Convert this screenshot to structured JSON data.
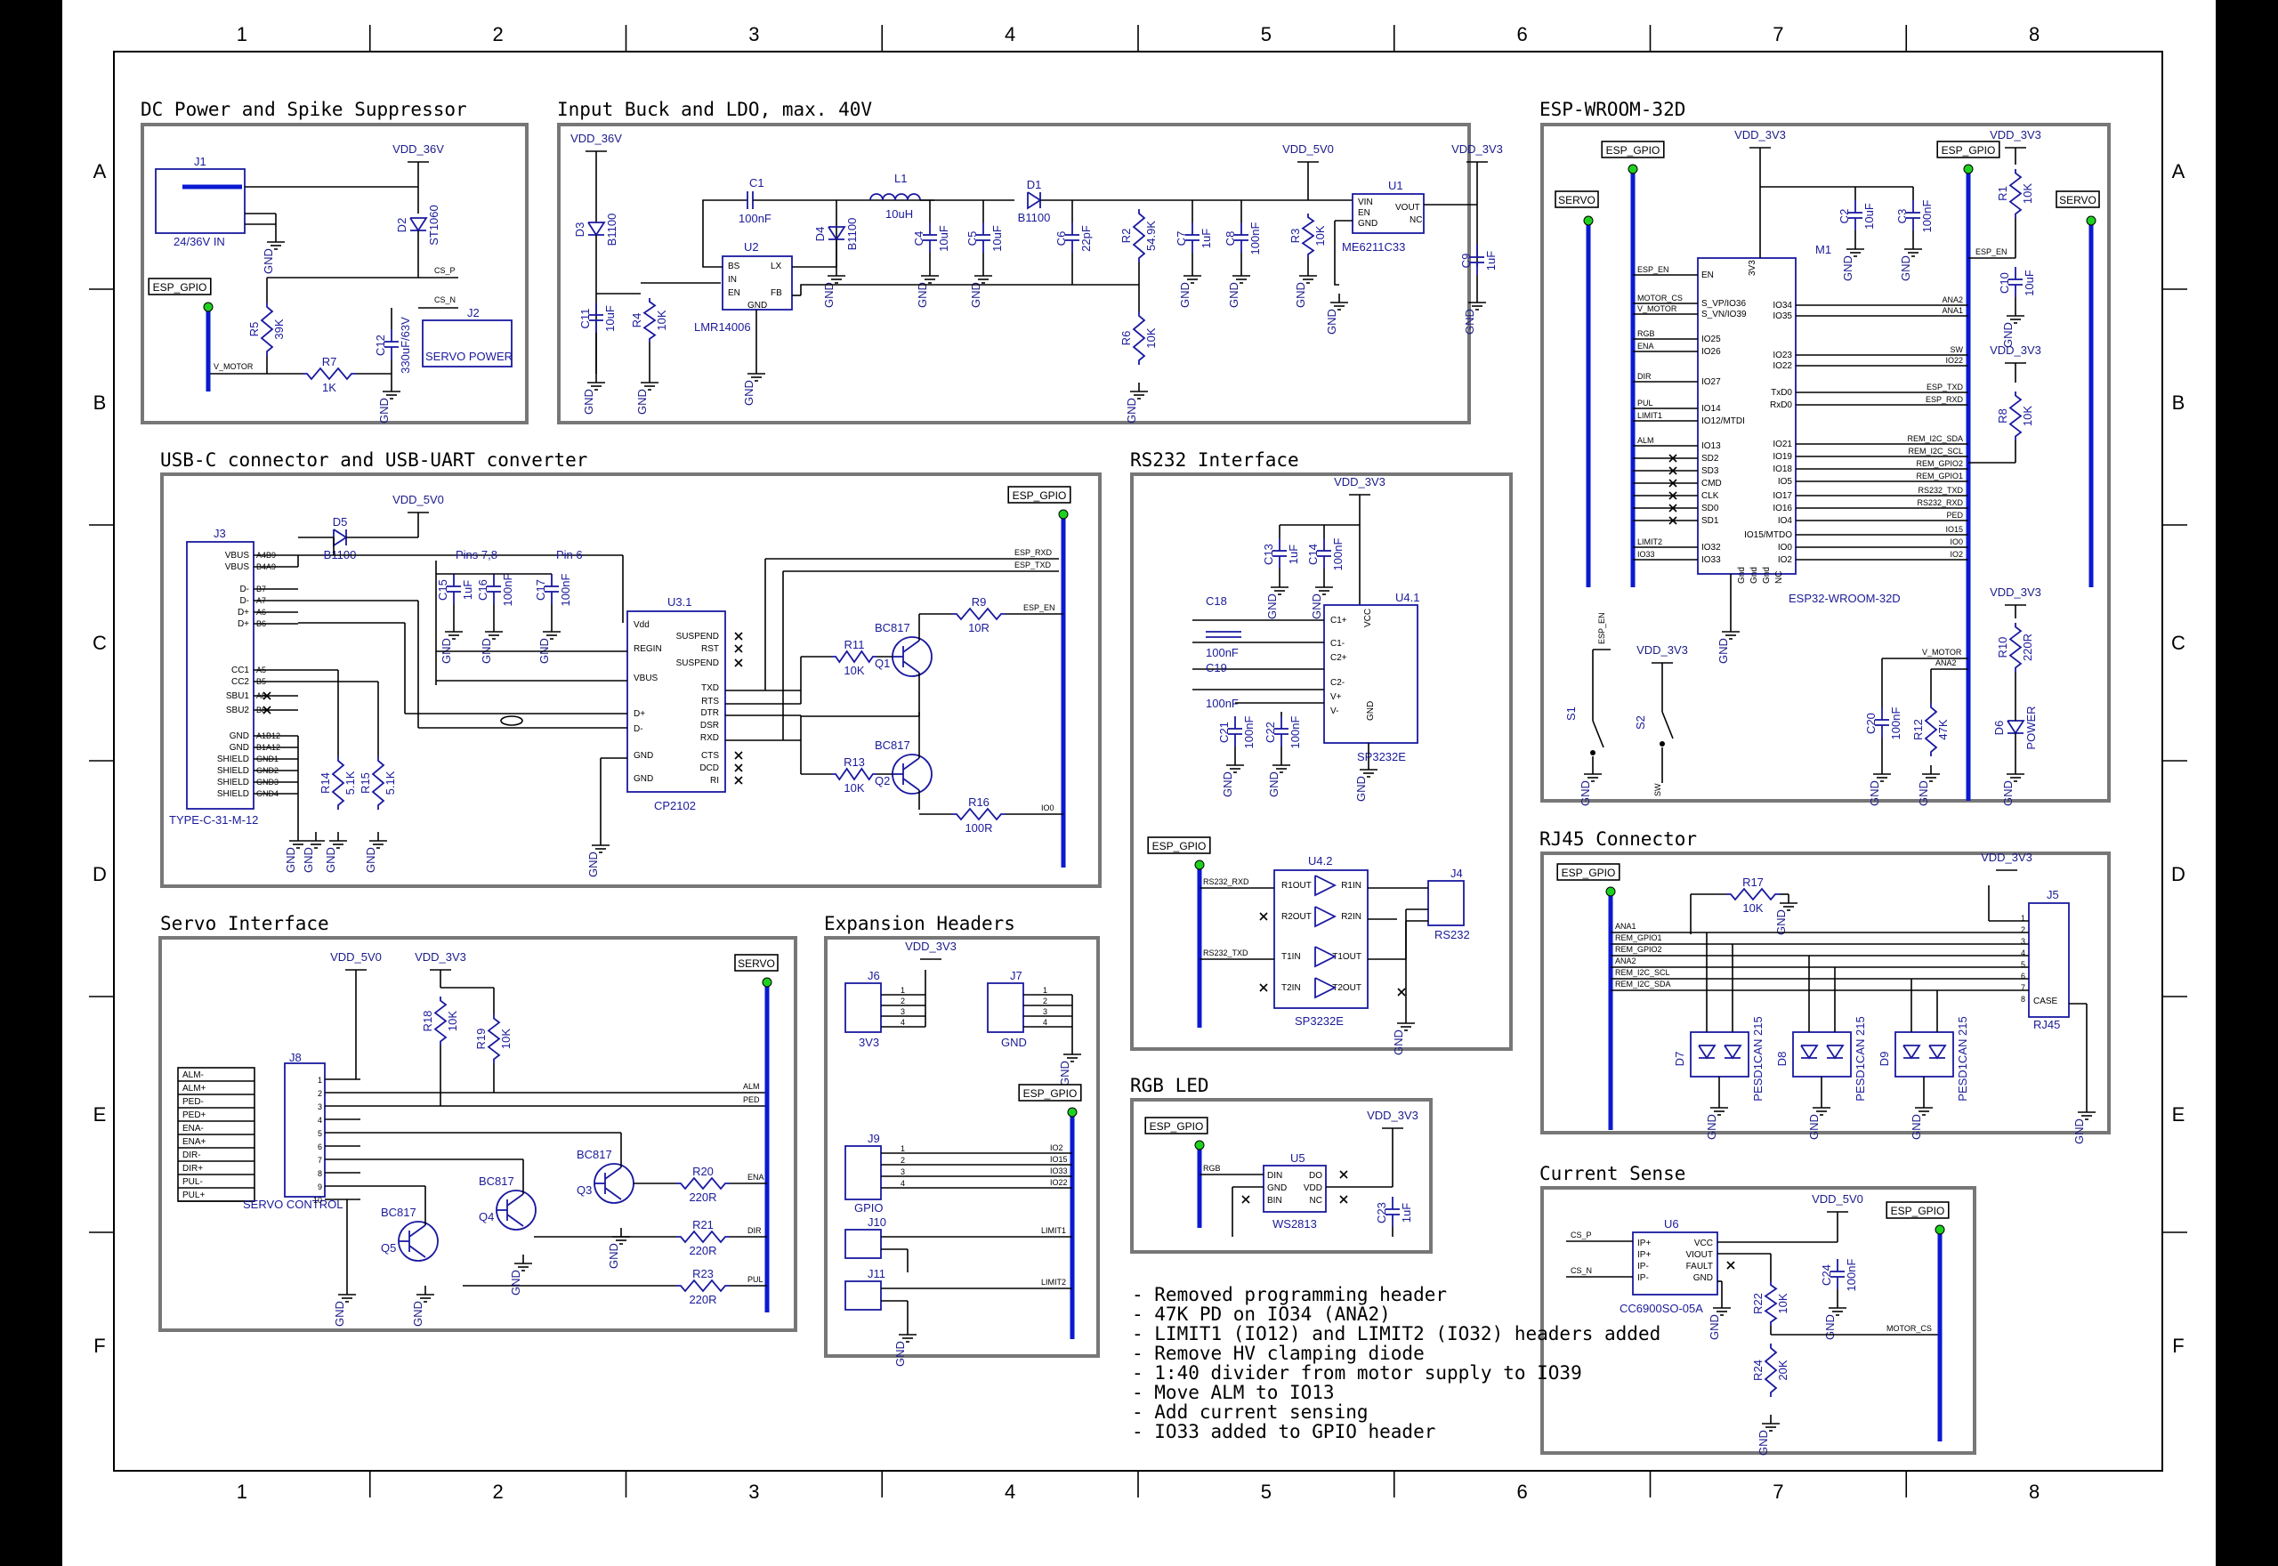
{
  "grid": {
    "columns": [
      "1",
      "2",
      "3",
      "4",
      "5",
      "6",
      "7",
      "8"
    ],
    "rows": [
      "A",
      "B",
      "C",
      "D",
      "E",
      "F"
    ]
  },
  "blocks": {
    "dc_power": "DC Power and Spike Suppressor",
    "buck": "Input Buck and LDO, max. 40V",
    "esp": "ESP-WROOM-32D",
    "usb": "USB-C connector and USB-UART converter",
    "rs232": "RS232 Interface",
    "servo": "Servo Interface",
    "expansion": "Expansion Headers",
    "rgb": "RGB LED",
    "rj45": "RJ45 Connector",
    "current": "Current Sense"
  },
  "rails": {
    "vdd36": "VDD_36V",
    "vdd5": "VDD_5V0",
    "vdd33": "VDD_3V3",
    "gnd": "GND",
    "esp_gpio": "ESP_GPIO",
    "servo": "SERVO"
  },
  "dc": {
    "j1": "J1",
    "j1_label": "24/36V IN",
    "d2": "D2",
    "d2_val": "ST1060",
    "r5": "R5",
    "r5_val": "39K",
    "r7": "R7",
    "r7_val": "1K",
    "c12": "C12",
    "c12_val": "330uF/63V",
    "j2": "J2",
    "j2_label": "SERVO POWER",
    "cs_p": "CS_P",
    "cs_n": "CS_N",
    "v_motor": "V_MOTOR"
  },
  "buck": {
    "d3": "D3",
    "d3_val": "B1100",
    "c11": "C11",
    "c11_val": "10uF",
    "r4": "R4",
    "r4_val": "10K",
    "c1": "C1",
    "c1_val": "100nF",
    "u2": "U2",
    "u2_val": "LMR14006",
    "u2_pins": [
      "BS",
      "IN",
      "EN",
      "LX",
      "FB",
      "GND"
    ],
    "d4": "D4",
    "d4_val": "B1100",
    "l1": "L1",
    "l1_val": "10uH",
    "d1": "D1",
    "d1_val": "B1100",
    "c4": "C4",
    "c4_val": "10uF",
    "c5": "C5",
    "c5_val": "10uF",
    "c6": "C6",
    "c6_val": "22pF",
    "r2": "R2",
    "r2_val": "54.9K",
    "r6": "R6",
    "r6_val": "10K",
    "c7": "C7",
    "c7_val": "1uF",
    "c8": "C8",
    "c8_val": "100nF",
    "r3": "R3",
    "r3_val": "10K",
    "u1": "U1",
    "u1_val": "ME6211C33",
    "u1_pins": [
      "VIN",
      "EN",
      "GND",
      "VOUT",
      "NC"
    ],
    "c9": "C9",
    "c9_val": "1uF"
  },
  "esp": {
    "m1": "M1",
    "m1_val": "ESP32-WROOM-32D",
    "c2": "C2",
    "c2_val": "10uF",
    "c3": "C3",
    "c3_val": "100nF",
    "r1": "R1",
    "r1_val": "10K",
    "c10": "C10",
    "c10_val": "10uF",
    "r8": "R8",
    "r8_val": "10K",
    "r10": "R10",
    "r10_val": "220R",
    "d6": "D6",
    "d6_val": "POWER",
    "c20": "C20",
    "c20_val": "100nF",
    "r12": "R12",
    "r12_val": "47K",
    "s1": "S1",
    "s2": "S2",
    "left_pins": [
      "EN",
      "S_VP/IO36",
      "S_VN/IO39",
      "IO25",
      "IO26",
      "IO27",
      "IO14",
      "IO12/MTDI",
      "IO13",
      "SD2",
      "SD3",
      "CMD",
      "CLK",
      "SD0",
      "SD1",
      "IO32",
      "IO33"
    ],
    "right_pins": [
      "IO34",
      "IO35",
      "IO23",
      "IO22",
      "TxD0",
      "RxD0",
      "IO21",
      "IO19",
      "IO18",
      "IO5",
      "IO17",
      "IO16",
      "IO4",
      "IO15/MTDO",
      "IO0",
      "IO2"
    ],
    "left_nets": [
      "ESP_EN",
      "MOTOR_CS",
      "V_MOTOR",
      "RGB",
      "ENA",
      "DIR",
      "PUL",
      "LIMIT1",
      "ALM",
      "LIMIT2",
      "IO33"
    ],
    "right_nets": [
      "ANA2",
      "ANA1",
      "SW",
      "IO22",
      "ESP_TXD",
      "ESP_RXD",
      "REM_I2C_SDA",
      "REM_I2C_SCL",
      "REM_GPIO2",
      "REM_GPIO1",
      "RS232_TXD",
      "RS232_RXD",
      "PED",
      "IO15",
      "IO0",
      "IO2"
    ],
    "gnd_pins": [
      "Gnd",
      "Gnd",
      "Gnd",
      "NC"
    ],
    "v3v3": "3V3"
  },
  "usb": {
    "j3": "J3",
    "j3_val": "TYPE-C-31-M-12",
    "j3_pins": [
      "VBUS",
      "VBUS",
      "D-",
      "D-",
      "D+",
      "D+",
      "CC1",
      "CC2",
      "SBU1",
      "SBU2",
      "GND",
      "GND",
      "SHIELD",
      "SHIELD",
      "SHIELD",
      "SHIELD"
    ],
    "j3_pinnums": [
      "A4B9",
      "B4A9",
      "B7",
      "A7",
      "A6",
      "B6",
      "A5",
      "B5",
      "A8",
      "B8",
      "A1B12",
      "B1A12",
      "GND1",
      "GND2",
      "GND3",
      "GND4"
    ],
    "d5": "D5",
    "d5_val": "B1100",
    "c15": "C15",
    "c15_val": "1uF",
    "c16": "C16",
    "c16_val": "100nF",
    "c17": "C17",
    "c17_val": "100nF",
    "pins78": "Pins 7,8",
    "pin6": "Pin 6",
    "u3": "U3.1",
    "u3_val": "CP2102",
    "u3_left": [
      "Vdd",
      "REGIN",
      "VBUS",
      "D+",
      "D-",
      "GND",
      "GND"
    ],
    "u3_right": [
      "SUSPEND",
      "RST",
      "SUSPEND",
      "TXD",
      "RTS",
      "DTR",
      "DSR",
      "RXD",
      "CTS",
      "DCD",
      "RI"
    ],
    "r14": "R14",
    "r14_val": "5.1K",
    "r15": "R15",
    "r15_val": "5.1K",
    "r9": "R9",
    "r9_val": "10R",
    "r11": "R11",
    "r11_val": "10K",
    "r13": "R13",
    "r13_val": "10K",
    "r16": "R16",
    "r16_val": "100R",
    "q1": "Q1",
    "q2": "Q2",
    "bc": "BC817",
    "nets": [
      "ESP_RXD",
      "ESP_TXD",
      "ESP_EN",
      "IO0"
    ]
  },
  "rs232": {
    "c13": "C13",
    "c13_val": "1uF",
    "c14": "C14",
    "c14_val": "100nF",
    "c18": "C18",
    "c18_val": "100nF",
    "c19": "C19",
    "c19_val": "100nF",
    "c21": "C21",
    "c21_val": "100nF",
    "c22": "C22",
    "c22_val": "100nF",
    "u41": "U4.1",
    "u41_val": "SP3232E",
    "u41_pins": [
      "C1+",
      "C1-",
      "C2+",
      "C2-",
      "V+",
      "V-",
      "VCC",
      "GND"
    ],
    "u42": "U4.2",
    "u42_val": "SP3232E",
    "u42_pins": [
      "R1OUT",
      "R2OUT",
      "T1IN",
      "T2IN",
      "R1IN",
      "R2IN",
      "T1OUT",
      "T2OUT"
    ],
    "j4": "J4",
    "j4_val": "RS232",
    "nets": [
      "RS232_RXD",
      "RS232_TXD"
    ]
  },
  "servo": {
    "j8": "J8",
    "j8_val": "SERVO CONTROL",
    "signals": [
      "ALM-",
      "ALM+",
      "PED-",
      "PED+",
      "ENA-",
      "ENA+",
      "DIR-",
      "DIR+",
      "PUL-",
      "PUL+"
    ],
    "r18": "R18",
    "r18_val": "10K",
    "r19": "R19",
    "r19_val": "10K",
    "r20": "R20",
    "r20_val": "220R",
    "r21": "R21",
    "r21_val": "220R",
    "r23": "R23",
    "r23_val": "220R",
    "q3": "Q3",
    "q4": "Q4",
    "q5": "Q5",
    "bc": "BC817",
    "nets": [
      "ALM",
      "PED",
      "ENA",
      "DIR",
      "PUL"
    ]
  },
  "expansion": {
    "j6": "J6",
    "j6_val": "3V3",
    "j7": "J7",
    "j7_val": "GND",
    "j9": "J9",
    "j9_val": "GPIO",
    "j10": "J10",
    "j11": "J11",
    "nets": [
      "IO2",
      "IO15",
      "IO33",
      "IO22",
      "LIMIT1",
      "LIMIT2"
    ]
  },
  "rgb": {
    "u5": "U5",
    "u5_val": "WS2813",
    "pins": [
      "DIN",
      "GND",
      "BIN",
      "DO",
      "VDD",
      "NC"
    ],
    "c23": "C23",
    "c23_val": "1uF",
    "net": "RGB"
  },
  "rj45": {
    "r17": "R17",
    "r17_val": "10K",
    "j5": "J5",
    "j5_val": "RJ45",
    "case": "CASE",
    "nets": [
      "ANA1",
      "REM_GPIO1",
      "REM_GPIO2",
      "ANA2",
      "REM_I2C_SCL",
      "REM_I2C_SDA"
    ],
    "d7": "D7",
    "d8": "D8",
    "d9": "D9",
    "tvs": "PESD1CAN 215"
  },
  "current": {
    "u6": "U6",
    "u6_val": "CC6900SO-05A",
    "pins_l": [
      "IP+",
      "IP+",
      "IP-",
      "IP-"
    ],
    "pins_r": [
      "VCC",
      "VIOUT",
      "FAULT",
      "GND"
    ],
    "c24": "C24",
    "c24_val": "100nF",
    "r22": "R22",
    "r22_val": "10K",
    "r24": "R24",
    "r24_val": "20K",
    "nets": [
      "CS_P",
      "CS_N",
      "MOTOR_CS"
    ]
  },
  "notes": [
    "- Removed programming header",
    "- 47K PD on IO34 (ANA2)",
    "- LIMIT1 (IO12) and LIMIT2 (IO32) headers added",
    "- Remove HV clamping diode",
    "- 1:40 divider from motor supply to IO39",
    "- Move ALM to IO13",
    "- Add current sensing",
    "- IO33 added to GPIO header"
  ]
}
